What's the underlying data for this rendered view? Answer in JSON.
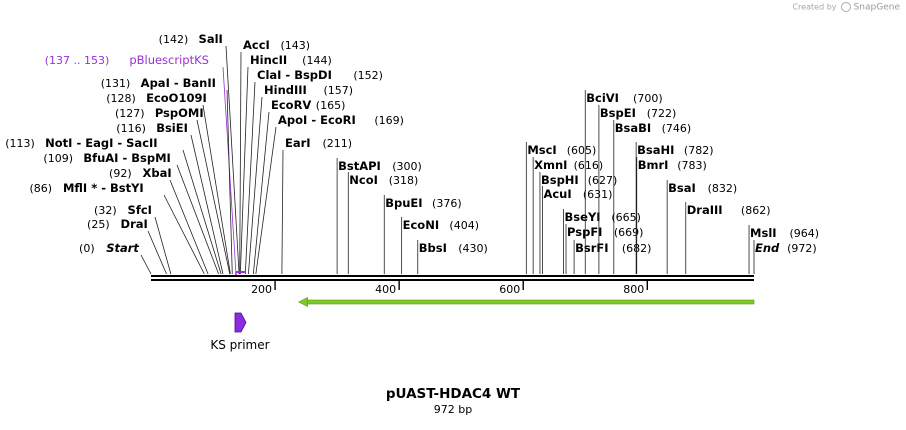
{
  "credit": {
    "prefix": "Created by",
    "brand": "SnapGene"
  },
  "map": {
    "title": "pUAST-HDAC4 WT",
    "length_label": "972 bp",
    "length": 972,
    "ticks": [
      200,
      400,
      600,
      800
    ],
    "left_sites": [
      {
        "pos": 142,
        "num": "(142)",
        "name": "SalI",
        "numFirst": true
      },
      {
        "pos": 143,
        "num": "(143)",
        "name": "AccI",
        "numFirst": false
      },
      {
        "pos": 144,
        "num": "(144)",
        "name": "HincII",
        "numFirst": false
      },
      {
        "pos": 137,
        "num": "(137 .. 153)",
        "name": "pBluescriptKS",
        "numFirst": true,
        "feature": true
      },
      {
        "pos": 152,
        "num": "(152)",
        "name": "ClaI - BspDI",
        "numFirst": false
      },
      {
        "pos": 131,
        "num": "(131)",
        "name": "ApaI - BanII",
        "numFirst": true
      },
      {
        "pos": 157,
        "num": "(157)",
        "name": "HindIII",
        "numFirst": false
      },
      {
        "pos": 128,
        "num": "(128)",
        "name": "EcoO109I",
        "numFirst": true
      },
      {
        "pos": 165,
        "num": "(165)",
        "name": "EcoRV",
        "numFirst": false
      },
      {
        "pos": 127,
        "num": "(127)",
        "name": "PspOMI",
        "numFirst": true
      },
      {
        "pos": 169,
        "num": "(169)",
        "name": "ApoI - EcoRI",
        "numFirst": false
      },
      {
        "pos": 116,
        "num": "(116)",
        "name": "BsiEI",
        "numFirst": true
      },
      {
        "pos": 113,
        "num": "(113)",
        "name": "NotI - EagI - SacII",
        "numFirst": true
      },
      {
        "pos": 211,
        "num": "(211)",
        "name": "EarI",
        "numFirst": false
      },
      {
        "pos": 109,
        "num": "(109)",
        "name": "BfuAI - BspMI",
        "numFirst": true
      },
      {
        "pos": 92,
        "num": "(92)",
        "name": "XbaI",
        "numFirst": true
      },
      {
        "pos": 86,
        "num": "(86)",
        "name": "MflI * - BstYI",
        "numFirst": true
      },
      {
        "pos": 32,
        "num": "(32)",
        "name": "SfcI",
        "numFirst": true
      },
      {
        "pos": 25,
        "num": "(25)",
        "name": "DraI",
        "numFirst": true
      },
      {
        "pos": 0,
        "num": "(0)",
        "name": "Start",
        "numFirst": true,
        "italic": true
      }
    ],
    "right_sites": [
      {
        "pos": 300,
        "num": "(300)",
        "name": "BstAPI"
      },
      {
        "pos": 318,
        "num": "(318)",
        "name": "NcoI"
      },
      {
        "pos": 376,
        "num": "(376)",
        "name": "BpuEI"
      },
      {
        "pos": 404,
        "num": "(404)",
        "name": "EcoNI"
      },
      {
        "pos": 430,
        "num": "(430)",
        "name": "BbsI"
      },
      {
        "pos": 605,
        "num": "(605)",
        "name": "MscI"
      },
      {
        "pos": 616,
        "num": "(616)",
        "name": "XmnI"
      },
      {
        "pos": 627,
        "num": "(627)",
        "name": "BspHI"
      },
      {
        "pos": 631,
        "num": "(631)",
        "name": "AcuI"
      },
      {
        "pos": 665,
        "num": "(665)",
        "name": "BseYI"
      },
      {
        "pos": 669,
        "num": "(669)",
        "name": "PspFI"
      },
      {
        "pos": 682,
        "num": "(682)",
        "name": "BsrFI"
      },
      {
        "pos": 700,
        "num": "(700)",
        "name": "BciVI"
      },
      {
        "pos": 722,
        "num": "(722)",
        "name": "BspEI"
      },
      {
        "pos": 746,
        "num": "(746)",
        "name": "BsaBI"
      },
      {
        "pos": 782,
        "num": "(782)",
        "name": "BsaHI"
      },
      {
        "pos": 783,
        "num": "(783)",
        "name": "BmrI"
      },
      {
        "pos": 832,
        "num": "(832)",
        "name": "BsaI"
      },
      {
        "pos": 862,
        "num": "(862)",
        "name": "DraIII"
      },
      {
        "pos": 964,
        "num": "(964)",
        "name": "MslI"
      },
      {
        "pos": 972,
        "num": "(972)",
        "name": "End",
        "italic": true
      }
    ],
    "primer": {
      "name": "KS primer",
      "color": "#8a2be2"
    },
    "feature_color": "#9b30d9",
    "orf": {
      "start": 238,
      "end": 972,
      "color": "#7ec82a"
    }
  }
}
